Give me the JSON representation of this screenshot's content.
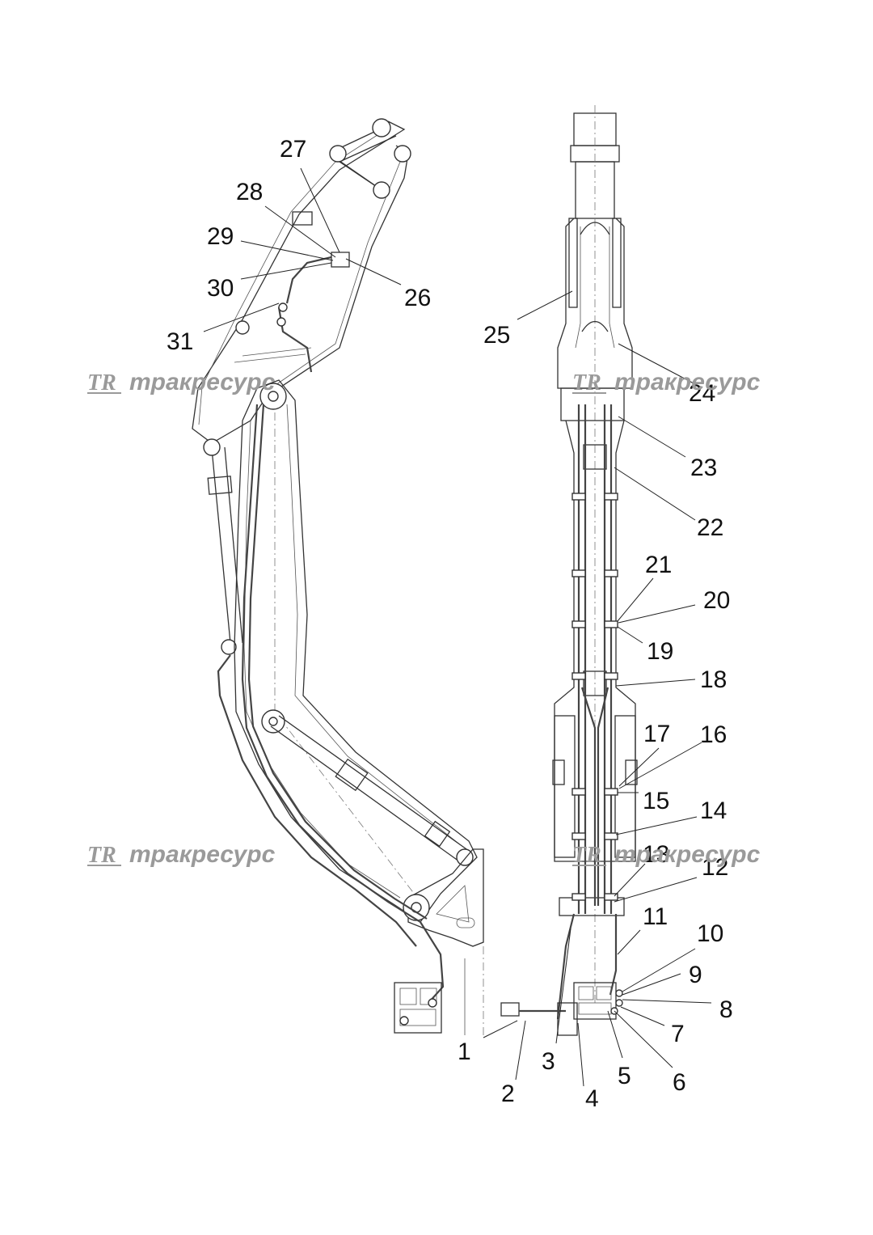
{
  "watermark": {
    "logo_text": "TR",
    "brand": "тракресурс"
  },
  "callouts": [
    "1",
    "2",
    "3",
    "4",
    "5",
    "6",
    "7",
    "8",
    "9",
    "10",
    "11",
    "12",
    "13",
    "14",
    "15",
    "16",
    "17",
    "18",
    "19",
    "20",
    "21",
    "22",
    "23",
    "24",
    "25",
    "26",
    "27",
    "28",
    "29",
    "30",
    "31"
  ]
}
